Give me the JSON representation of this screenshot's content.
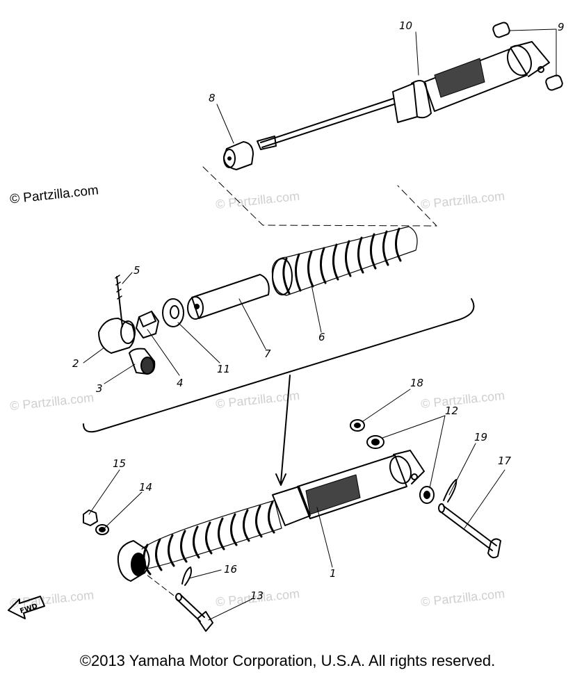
{
  "watermark_main": "© Partzilla.com",
  "watermark_faint": "© Partzilla.com",
  "copyright": "©2013 Yamaha Motor Corporation, U.S.A. All rights reserved.",
  "fwd_label": "FWD",
  "callouts": {
    "c1": "1",
    "c2": "2",
    "c3": "3",
    "c4": "4",
    "c5": "5",
    "c6": "6",
    "c7": "7",
    "c8": "8",
    "c9": "9",
    "c10": "10",
    "c11": "11",
    "c12": "12",
    "c13": "13",
    "c14": "14",
    "c15": "15",
    "c16": "16",
    "c17": "17",
    "c18": "18",
    "c19": "19"
  }
}
